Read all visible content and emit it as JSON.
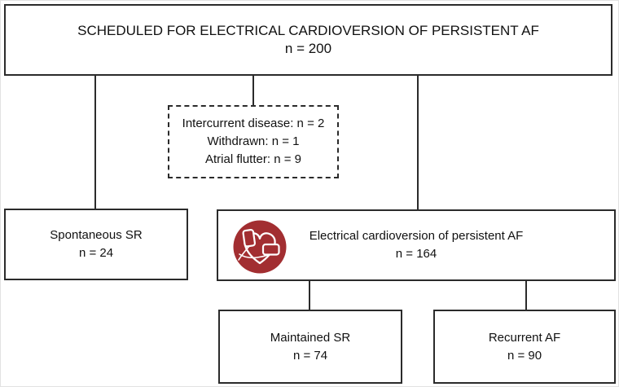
{
  "diagram": {
    "top_box": {
      "line1": "SCHEDULED FOR ELECTRICAL CARDIOVERSION OF PERSISTENT AF",
      "line2": "n = 200"
    },
    "exclusion_box": {
      "line1": "Intercurrent disease: n = 2",
      "line2": "Withdrawn: n = 1",
      "line3": "Atrial flutter: n = 9"
    },
    "spontaneous_box": {
      "line1": "Spontaneous SR",
      "line2": "n = 24"
    },
    "cardioversion_box": {
      "icon": "cardioversion-heart-icon",
      "line1": "Electrical cardioversion of persistent AF",
      "line2": "n = 164"
    },
    "maintained_box": {
      "line1": "Maintained SR",
      "line2": "n = 74"
    },
    "recurrent_box": {
      "line1": "Recurrent AF",
      "line2": "n = 90"
    },
    "colors": {
      "border": "#2b2b2b",
      "text": "#111111",
      "background": "#ffffff",
      "icon_red": "#a22e31",
      "frame": "#e2e2e2"
    }
  }
}
